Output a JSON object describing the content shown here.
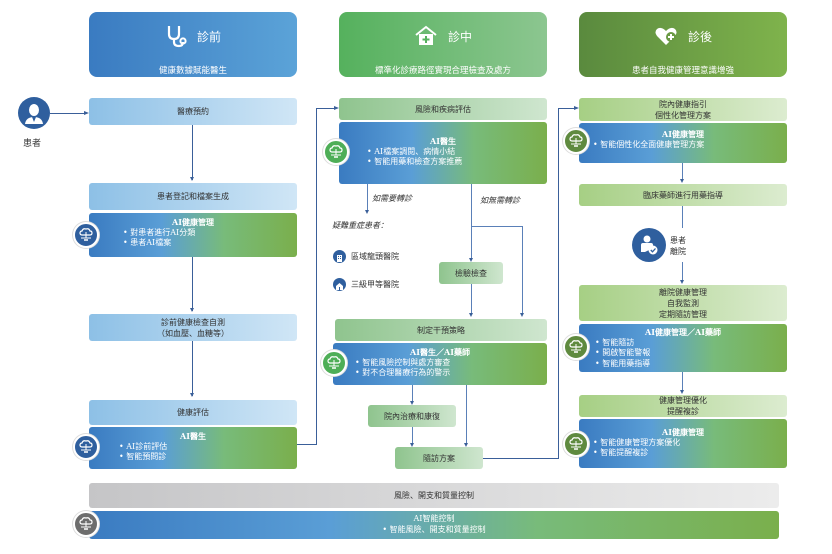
{
  "stages": [
    {
      "icon": "stethoscope-icon",
      "title": "診前",
      "subtitle": "健康數據賦能醫生"
    },
    {
      "icon": "hospital-icon",
      "title": "診中",
      "subtitle": "標準化診療路徑實現合理檢查及處方"
    },
    {
      "icon": "heart-plus-icon",
      "title": "診後",
      "subtitle": "患者自我健康管理意識增強"
    }
  ],
  "patient": {
    "label": "患者"
  },
  "pre": {
    "step1": "醫療預約",
    "step2": "患者登記和檔案生成",
    "ai1": {
      "title": "AI健康管理",
      "items": [
        "對患者進行AI分類",
        "患者AI檔案"
      ]
    },
    "step3_line1": "診前健康檢查自測",
    "step3_line2": "（如血壓、血糖等）",
    "step4": "健康評估",
    "ai2": {
      "title": "AI醫生",
      "items": [
        "AI診前評估",
        "智能預問診"
      ]
    }
  },
  "during": {
    "step1": "風險和疾病評估",
    "ai1": {
      "title": "AI醫生",
      "items": [
        "AI檔案調閱、病情小結",
        "智能用藥和檢查方案推薦"
      ]
    },
    "branch_refer": "如需要轉診",
    "branch_no_refer": "如無需轉診",
    "suspected": "疑難重症患者：",
    "hospitals": [
      {
        "icon": "building-icon",
        "label": "區域龍頭醫院"
      },
      {
        "icon": "hospital-building-icon",
        "label": "三級甲等醫院"
      }
    ],
    "exam": "檢驗檢查",
    "step2": "制定干預策略",
    "ai2": {
      "title": "AI醫生／AI藥師",
      "items": [
        "智能風險控制與處方審查",
        "對不合理醫療行為的警示"
      ]
    },
    "treatment": "院內治療和康復",
    "followup": "隨訪方案"
  },
  "post": {
    "step1_line1": "院內健康指引",
    "step1_line2": "個性化管理方案",
    "ai1": {
      "title": "AI健康管理",
      "items": [
        "智能個性化全面健康管理方案"
      ]
    },
    "step2": "臨床藥師進行用藥指導",
    "discharge_line1": "患者",
    "discharge_line2": "離院",
    "step3_lines": [
      "離院健康管理",
      "自我監測",
      "定期隨訪管理"
    ],
    "ai2": {
      "title": "AI健康管理／AI藥師",
      "items": [
        "智能隨訪",
        "開啟智能警報",
        "智能用藥指導"
      ]
    },
    "step4_line1": "健康管理優化",
    "step4_line2": "提醒複診",
    "ai3": {
      "title": "AI健康管理",
      "items": [
        "智能健康管理方案優化",
        "智能提醒複診"
      ]
    }
  },
  "bottom": {
    "bar": "風險、開支和質量控制",
    "ai": {
      "title": "AI智能控制",
      "items": [
        "智能風險、開支和質量控制"
      ]
    }
  },
  "colors": {
    "blue_stage": "#3a7bc1",
    "green_stage": "#55b15d",
    "olive_stage": "#5a8a3e",
    "connector": "#3a5f99"
  }
}
